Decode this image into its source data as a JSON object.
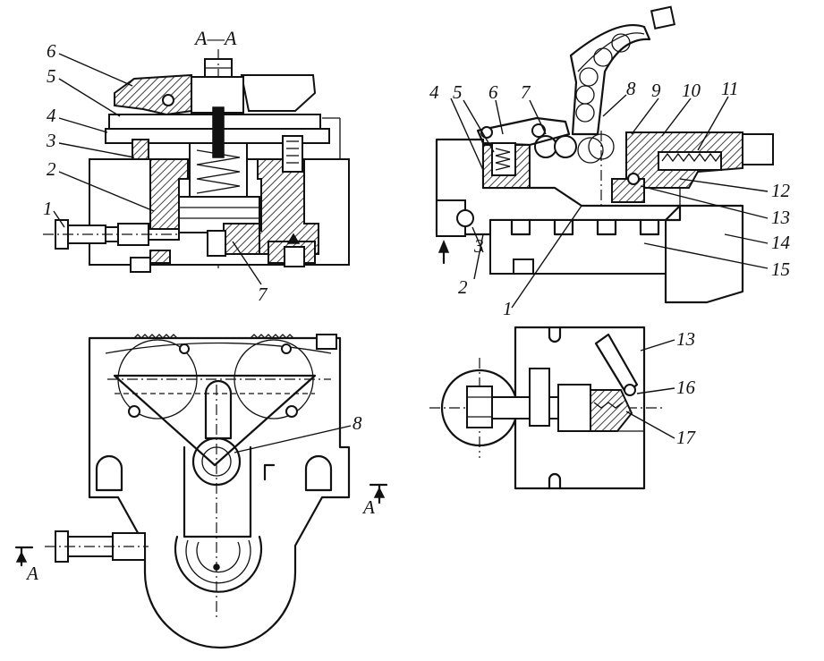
{
  "section_title": "A—A",
  "section_marks": {
    "left": "A",
    "right": "A"
  },
  "left_view_labels": {
    "l1": "1",
    "l2": "2",
    "l3": "3",
    "l4": "4",
    "l5": "5",
    "l6": "6",
    "l7": "7",
    "l8": "8"
  },
  "right_view_labels": {
    "r1": "1",
    "r2": "2",
    "r3": "3",
    "r4": "4",
    "r5": "5",
    "r6": "6",
    "r7": "7",
    "r8": "8",
    "r9": "9",
    "r10": "10",
    "r11": "11",
    "r12": "12",
    "r13": "13",
    "r13b": "13",
    "r14": "14",
    "r15": "15",
    "r16": "16",
    "r17": "17"
  }
}
